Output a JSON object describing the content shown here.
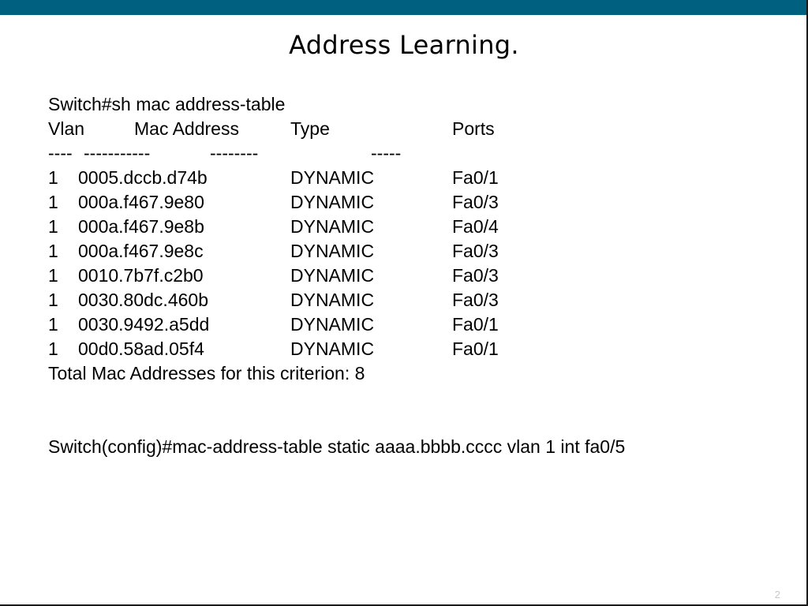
{
  "colors": {
    "top_bar": "#006080",
    "text": "#000000",
    "page_number": "#c8c8c8"
  },
  "title": "Address Learning.",
  "command": "Switch#sh mac address-table",
  "table": {
    "headers": {
      "vlan": "Vlan",
      "mac": "Mac Address",
      "type": "Type",
      "ports": "Ports"
    },
    "dashes": {
      "vlan": "----",
      "mac": "-----------",
      "type": "--------",
      "ports": "-----"
    },
    "rows": [
      {
        "vlan": "1",
        "mac": "0005.dccb.d74b",
        "type": "DYNAMIC",
        "port": "Fa0/1"
      },
      {
        "vlan": "1",
        "mac": "000a.f467.9e80",
        "type": "DYNAMIC",
        "port": "Fa0/3"
      },
      {
        "vlan": "1",
        "mac": "000a.f467.9e8b",
        "type": "DYNAMIC",
        "port": "Fa0/4"
      },
      {
        "vlan": "1",
        "mac": "000a.f467.9e8c",
        "type": "DYNAMIC",
        "port": "Fa0/3"
      },
      {
        "vlan": "1",
        "mac": "0010.7b7f.c2b0",
        "type": "DYNAMIC",
        "port": "Fa0/3"
      },
      {
        "vlan": "1",
        "mac": "0030.80dc.460b",
        "type": "DYNAMIC",
        "port": "Fa0/3"
      },
      {
        "vlan": "1",
        "mac": "0030.9492.a5dd",
        "type": "DYNAMIC",
        "port": "Fa0/1"
      },
      {
        "vlan": "1",
        "mac": "00d0.58ad.05f4",
        "type": "DYNAMIC",
        "port": "Fa0/1"
      }
    ]
  },
  "total_line": "Total Mac Addresses for this criterion: 8",
  "config_command": "Switch(config)#mac-address-table static aaaa.bbbb.cccc vlan 1 int fa0/5",
  "page_number": "2"
}
